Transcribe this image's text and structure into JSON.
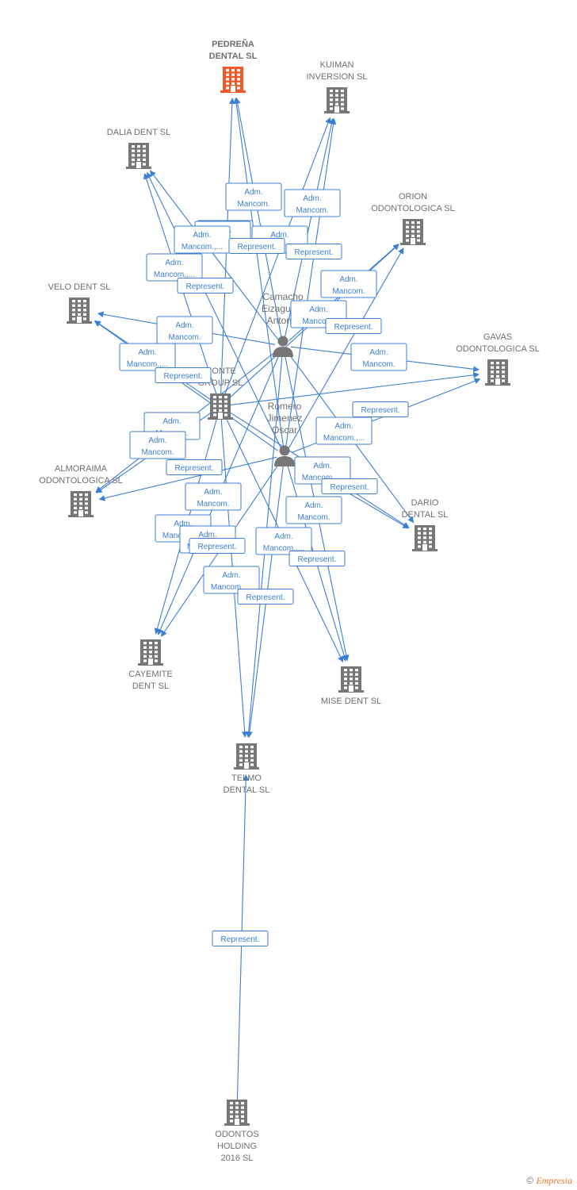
{
  "colors": {
    "edge": "#3b7fd4",
    "node": "#777777",
    "highlight": "#f05a28"
  },
  "companies": [
    {
      "id": "pedrena",
      "label": [
        "PEDREÑA",
        "DENTAL  SL"
      ],
      "highlight": true
    },
    {
      "id": "kuiman",
      "label": [
        "KUIMAN",
        "INVERSION SL"
      ]
    },
    {
      "id": "dalia",
      "label": [
        "DALIA DENT SL"
      ]
    },
    {
      "id": "orion",
      "label": [
        "ORION",
        "ODONTOLOGICA SL"
      ]
    },
    {
      "id": "velo",
      "label": [
        "VELO DENT SL"
      ]
    },
    {
      "id": "gavas",
      "label": [
        "GAVAS",
        "ODONTOLOGICA SL"
      ]
    },
    {
      "id": "monte",
      "label": [
        "MONTE",
        "GROUP  SL"
      ]
    },
    {
      "id": "almoraima",
      "label": [
        "ALMORAIMA",
        "ODONTOLOGICA SL"
      ]
    },
    {
      "id": "dario",
      "label": [
        "DARIO",
        "DENTAL SL"
      ]
    },
    {
      "id": "cayemite",
      "label": [
        "CAYEMITE",
        "DENT SL"
      ]
    },
    {
      "id": "mise",
      "label": [
        "MISE DENT SL"
      ]
    },
    {
      "id": "telmo",
      "label": [
        "TELMO",
        "DENTAL SL"
      ]
    },
    {
      "id": "odontos",
      "label": [
        "ODONTOS",
        "HOLDING",
        "2016  SL"
      ]
    }
  ],
  "persons": [
    {
      "id": "camacho",
      "label": [
        "Camacho",
        "Eizaguirre",
        "Antonio"
      ]
    },
    {
      "id": "romero",
      "label": [
        "Romero",
        "Jimenez",
        "Oscar"
      ]
    }
  ],
  "edges": [
    {
      "from": "camacho",
      "to": "pedrena",
      "label": [
        "Adm.",
        "Mancom."
      ]
    },
    {
      "from": "camacho",
      "to": "kuiman",
      "label": [
        "Adm.",
        "Mancom."
      ]
    },
    {
      "from": "camacho",
      "to": "dalia",
      "label": [
        "Adm.",
        "Mancom.,..."
      ]
    },
    {
      "from": "camacho",
      "to": "orion",
      "label": [
        "Adm.",
        "Mancom."
      ]
    },
    {
      "from": "camacho",
      "to": "velo",
      "label": [
        "Adm.",
        "Mancom."
      ]
    },
    {
      "from": "camacho",
      "to": "gavas",
      "label": [
        "Adm.",
        "Mancom."
      ]
    },
    {
      "from": "camacho",
      "to": "almoraima",
      "label": [
        "Adm.",
        "Mancom."
      ]
    },
    {
      "from": "camacho",
      "to": "dario",
      "label": [
        "Adm.",
        "Mancom.,..."
      ]
    },
    {
      "from": "camacho",
      "to": "cayemite",
      "label": [
        "Adm.",
        "Mancom."
      ]
    },
    {
      "from": "camacho",
      "to": "mise",
      "label": [
        "Adm.",
        "Mancom."
      ]
    },
    {
      "from": "camacho",
      "to": "telmo",
      "label": [
        "Adm.",
        "Mancom.,..."
      ]
    },
    {
      "from": "romero",
      "to": "pedrena",
      "label": [
        "Adm.",
        "Mancom.,..."
      ]
    },
    {
      "from": "romero",
      "to": "kuiman",
      "label": [
        "Adm.",
        "Mancom.,..."
      ]
    },
    {
      "from": "romero",
      "to": "dalia",
      "label": [
        "Adm.",
        "Mancom.,..."
      ]
    },
    {
      "from": "romero",
      "to": "orion",
      "label": [
        "Adm.",
        "Mancom.,..."
      ]
    },
    {
      "from": "romero",
      "to": "velo",
      "label": [
        "Adm.",
        "Mancom.,..."
      ]
    },
    {
      "from": "romero",
      "to": "gavas",
      "label": [
        "Adm.",
        "Mancom."
      ]
    },
    {
      "from": "romero",
      "to": "almoraima",
      "label": [
        "Adm.",
        "Mancom.,..."
      ]
    },
    {
      "from": "romero",
      "to": "dario",
      "label": [
        "Adm.",
        "Mancom."
      ]
    },
    {
      "from": "romero",
      "to": "cayemite",
      "label": [
        "Adm.",
        "Mancom.,..."
      ]
    },
    {
      "from": "romero",
      "to": "mise",
      "label": [
        "Adm.",
        "Mancom.,..."
      ]
    },
    {
      "from": "romero",
      "to": "telmo",
      "label": [
        "Adm.",
        "Mancom.,..."
      ]
    },
    {
      "from": "monte",
      "to": "pedrena",
      "label": [
        "Represent."
      ]
    },
    {
      "from": "monte",
      "to": "kuiman",
      "label": [
        "Represent."
      ]
    },
    {
      "from": "monte",
      "to": "dalia",
      "label": [
        "Represent."
      ]
    },
    {
      "from": "monte",
      "to": "orion",
      "label": [
        "Represent."
      ]
    },
    {
      "from": "monte",
      "to": "velo",
      "label": [
        "Represent."
      ]
    },
    {
      "from": "monte",
      "to": "gavas",
      "label": [
        "Represent."
      ]
    },
    {
      "from": "monte",
      "to": "almoraima",
      "label": [
        "Represent."
      ]
    },
    {
      "from": "monte",
      "to": "dario",
      "label": [
        "Represent."
      ]
    },
    {
      "from": "monte",
      "to": "cayemite",
      "label": [
        "Represent."
      ]
    },
    {
      "from": "monte",
      "to": "mise",
      "label": [
        "Represent."
      ]
    },
    {
      "from": "monte",
      "to": "telmo",
      "label": [
        "Represent."
      ]
    },
    {
      "from": "odontos",
      "to": "telmo",
      "label": [
        "Represent."
      ]
    }
  ],
  "footer": {
    "copyright": "©",
    "brand": "Empresia"
  }
}
